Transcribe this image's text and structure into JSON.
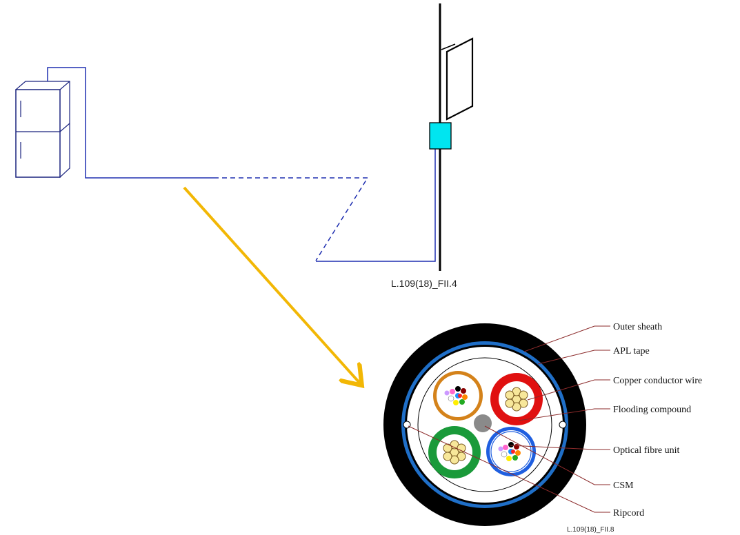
{
  "figures": {
    "top_caption": "L.109(18)_FII.4",
    "bottom_caption": "L.109(18)_FII.8"
  },
  "cable_labels": {
    "outer_sheath": "Outer sheath",
    "apl_tape": "APL tape",
    "copper_conductor_wire": "Copper conductor wire",
    "flooding_compound": "Flooding compound",
    "optical_fibre_unit": "Optical fibre unit",
    "csm": "CSM",
    "ripcord": "Ripcord"
  },
  "colors": {
    "line_blue": "#1f2fb0",
    "cabinet_stroke": "#1a237e",
    "closure_cyan": "#00e5f0",
    "arrow_gold": "#f2b705",
    "outer_sheath": "#000000",
    "apl_tape": "#1f6fc8",
    "copper_unit_jacket": "#e01010",
    "fibre_unit_orange": "#d4821a",
    "fibre_unit_green": "#1a9a3a",
    "fibre_unit_blue": "#1f5fe0",
    "csm_grey": "#8a8a8a",
    "leader_brown": "#8b2a2a"
  }
}
